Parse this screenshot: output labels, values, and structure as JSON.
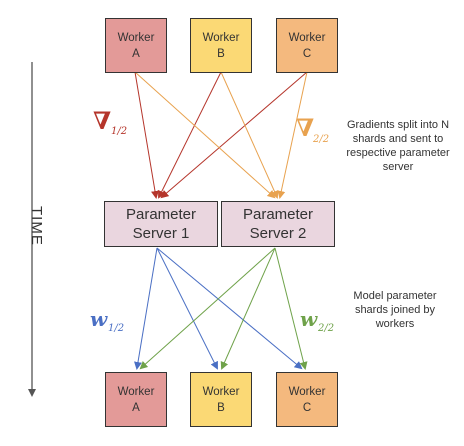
{
  "colors": {
    "worker_a": "#e39a98",
    "worker_b": "#fbd975",
    "worker_c": "#f4b97e",
    "server": "#ead6df",
    "gradient_1": "#b5352b",
    "gradient_2": "#e8a24f",
    "weight_1": "#4a6fc4",
    "weight_2": "#6fa24a",
    "time_axis": "#555555"
  },
  "time_label": "TIME",
  "workers_top": [
    {
      "name": "Worker",
      "id": "A"
    },
    {
      "name": "Worker",
      "id": "B"
    },
    {
      "name": "Worker",
      "id": "C"
    }
  ],
  "workers_bottom": [
    {
      "name": "Worker",
      "id": "A"
    },
    {
      "name": "Worker",
      "id": "B"
    },
    {
      "name": "Worker",
      "id": "C"
    }
  ],
  "servers": [
    {
      "line1": "Parameter",
      "line2": "Server 1"
    },
    {
      "line1": "Parameter",
      "line2": "Server 2"
    }
  ],
  "labels": {
    "grad_1_symbol": "∇",
    "grad_1_sub": "1/2",
    "grad_2_symbol": "∇",
    "grad_2_sub": "2/2",
    "w_1_symbol": "w",
    "w_1_sub": "1/2",
    "w_2_symbol": "w",
    "w_2_sub": "2/2"
  },
  "notes": {
    "gradients": [
      "Gradients split into N",
      "shards and sent to",
      "respective parameter",
      "server"
    ],
    "model": [
      "Model parameter",
      "shards joined by",
      "workers"
    ]
  }
}
